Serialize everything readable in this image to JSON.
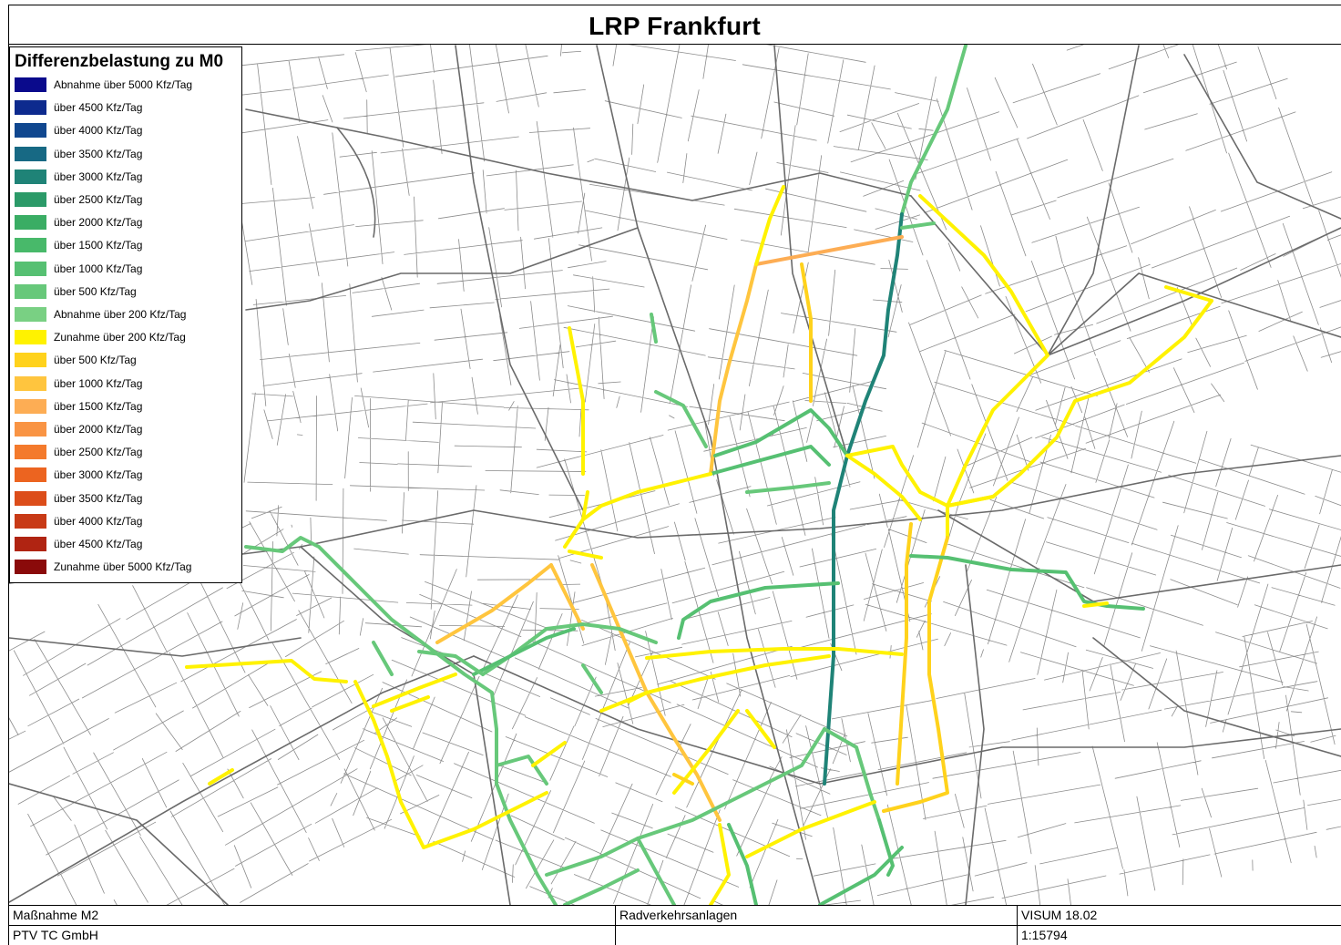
{
  "title": "LRP Frankfurt",
  "legend": {
    "title": "Differenzbelastung zu M0",
    "items": [
      {
        "label": "Abnahme über 5000 Kfz/Tag",
        "color": "#0a0a8c"
      },
      {
        "label": "über 4500 Kfz/Tag",
        "color": "#0d2a8e"
      },
      {
        "label": "über 4000 Kfz/Tag",
        "color": "#10478f"
      },
      {
        "label": "über 3500 Kfz/Tag",
        "color": "#176984"
      },
      {
        "label": "über 3000 Kfz/Tag",
        "color": "#1f8377"
      },
      {
        "label": "über 2500 Kfz/Tag",
        "color": "#2b9a68"
      },
      {
        "label": "über 2000 Kfz/Tag",
        "color": "#3aad64"
      },
      {
        "label": "über 1500 Kfz/Tag",
        "color": "#48b96a"
      },
      {
        "label": "über 1000 Kfz/Tag",
        "color": "#56c072"
      },
      {
        "label": "über 500 Kfz/Tag",
        "color": "#67c87a"
      },
      {
        "label": "Abnahme über 200 Kfz/Tag",
        "color": "#79d083"
      },
      {
        "label": "Zunahme über 200 Kfz/Tag",
        "color": "#fff200"
      },
      {
        "label": "über 500 Kfz/Tag",
        "color": "#ffd21c"
      },
      {
        "label": "über 1000 Kfz/Tag",
        "color": "#ffc53e"
      },
      {
        "label": "über 1500 Kfz/Tag",
        "color": "#fdad54"
      },
      {
        "label": "über 2000 Kfz/Tag",
        "color": "#f99444"
      },
      {
        "label": "über 2500 Kfz/Tag",
        "color": "#f47a2c"
      },
      {
        "label": "über 3000 Kfz/Tag",
        "color": "#ec6420"
      },
      {
        "label": "über 3500 Kfz/Tag",
        "color": "#dc4d1a"
      },
      {
        "label": "über 4000 Kfz/Tag",
        "color": "#c83a16"
      },
      {
        "label": "über 4500 Kfz/Tag",
        "color": "#b02412"
      },
      {
        "label": "Zunahme über 5000 Kfz/Tag",
        "color": "#8a0a0a"
      }
    ]
  },
  "footer": {
    "measure": "Maßnahme M2",
    "company": "PTV TC GmbH",
    "layer": "Radverkehrsanlagen",
    "software": "VISUM 18.02",
    "scale": "1:15794"
  }
}
